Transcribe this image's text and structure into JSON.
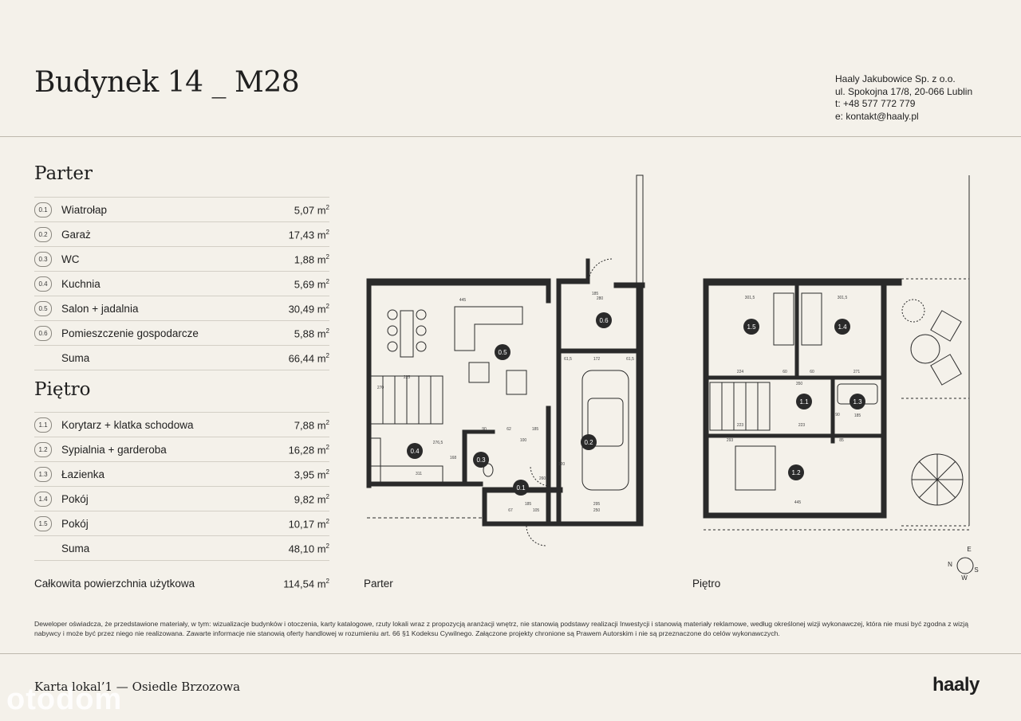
{
  "header": {
    "title": "Budynek 14 _ M28",
    "company": {
      "name": "Haaly Jakubowice Sp. z o.o.",
      "address": "ul. Spokojna 17/8, 20-066 Lublin",
      "phone": "t: +48 577 772 779",
      "email": "e: kontakt@haaly.pl"
    }
  },
  "parter": {
    "title": "Parter",
    "rooms": [
      {
        "num": "0.1",
        "name": "Wiatrołap",
        "area": "5,07 m"
      },
      {
        "num": "0.2",
        "name": "Garaż",
        "area": "17,43 m"
      },
      {
        "num": "0.3",
        "name": "WC",
        "area": "1,88 m"
      },
      {
        "num": "0.4",
        "name": "Kuchnia",
        "area": "5,69 m"
      },
      {
        "num": "0.5",
        "name": "Salon + jadalnia",
        "area": "30,49 m"
      },
      {
        "num": "0.6",
        "name": "Pomieszczenie gospodarcze",
        "area": "5,88 m"
      }
    ],
    "sum_label": "Suma",
    "sum_area": "66,44 m"
  },
  "pietro": {
    "title": "Piętro",
    "rooms": [
      {
        "num": "1.1",
        "name": "Korytarz + klatka schodowa",
        "area": "7,88 m"
      },
      {
        "num": "1.2",
        "name": "Sypialnia + garderoba",
        "area": "16,28 m"
      },
      {
        "num": "1.3",
        "name": "Łazienka",
        "area": "3,95 m"
      },
      {
        "num": "1.4",
        "name": "Pokój",
        "area": "9,82 m"
      },
      {
        "num": "1.5",
        "name": "Pokój",
        "area": "10,17 m"
      }
    ],
    "sum_label": "Suma",
    "sum_area": "48,10 m"
  },
  "unit_superscript": "2",
  "total": {
    "label": "Całkowita powierzchnia użytkowa",
    "area": "114,54 m"
  },
  "plans": {
    "parter_caption": "Parter",
    "pietro_caption": "Piętro",
    "compass": {
      "n": "N",
      "e": "E",
      "s": "S",
      "w": "W"
    },
    "parter_dims": [
      "445",
      "185",
      "280",
      "172",
      "61,5",
      "61,5",
      "225",
      "270",
      "276,5",
      "168",
      "311",
      "90",
      "62",
      "185",
      "100",
      "120",
      "185",
      "105",
      "295",
      "250",
      "67",
      "260"
    ],
    "pietro_dims": [
      "301,5",
      "301,5",
      "224",
      "271",
      "60",
      "60",
      "350",
      "223",
      "90",
      "293",
      "85",
      "185",
      "445",
      "223"
    ]
  },
  "disclaimer": "Deweloper oświadcza, że przedstawione materiały, w tym: wizualizacje budynków i otoczenia, karty katalogowe, rzuty lokali wraz z propozycją aranżacji wnętrz, nie stanowią podstawy realizacji Inwestycji i stanowią materiały reklamowe, według określonej wizji wykonawczej, która nie musi być zgodna z wizją nabywcy i może być przez niego nie realizowana. Zawarte informacje nie stanowią oferty handlowej w rozumieniu art. 66 §1 Kodeksu Cywilnego. Załączone projekty chronione są Prawem Autorskim i nie są przeznaczone do celów wykonawczych.",
  "footer": {
    "left": "Karta lokal’1 — Osiedle Brzozowa",
    "logo": "haaly",
    "watermark": "otodom"
  }
}
